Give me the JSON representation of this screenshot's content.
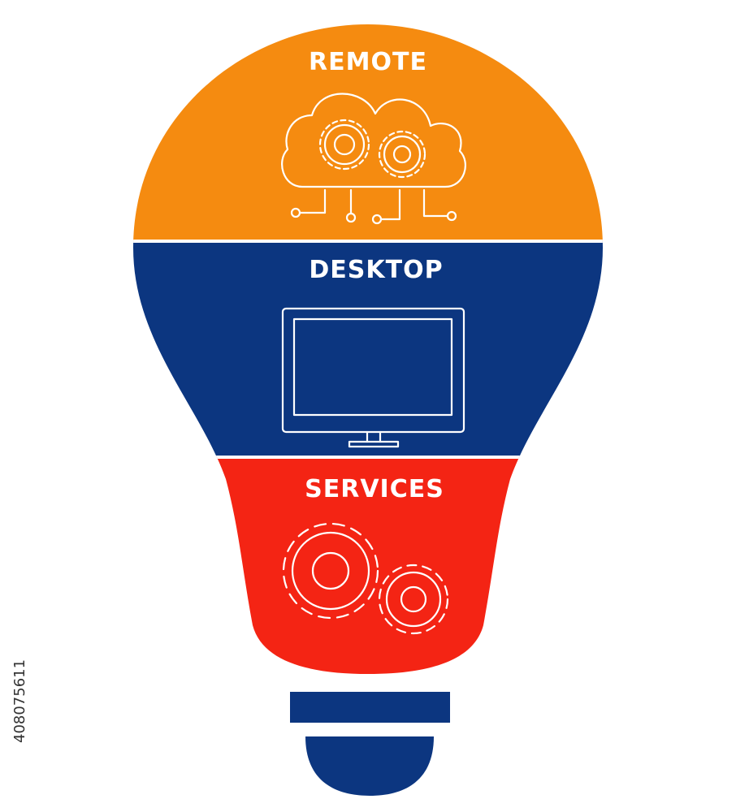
{
  "bulb": {
    "sections": [
      {
        "label": "REMOTE",
        "color": "#f58b10",
        "icon": "cloud-gears-icon"
      },
      {
        "label": "DESKTOP",
        "color": "#0c3680",
        "icon": "monitor-icon"
      },
      {
        "label": "SERVICES",
        "color": "#f42414",
        "icon": "gears-icon"
      }
    ],
    "base_color": "#0c3680",
    "text_color": "#ffffff"
  },
  "stock_id": "408075611"
}
